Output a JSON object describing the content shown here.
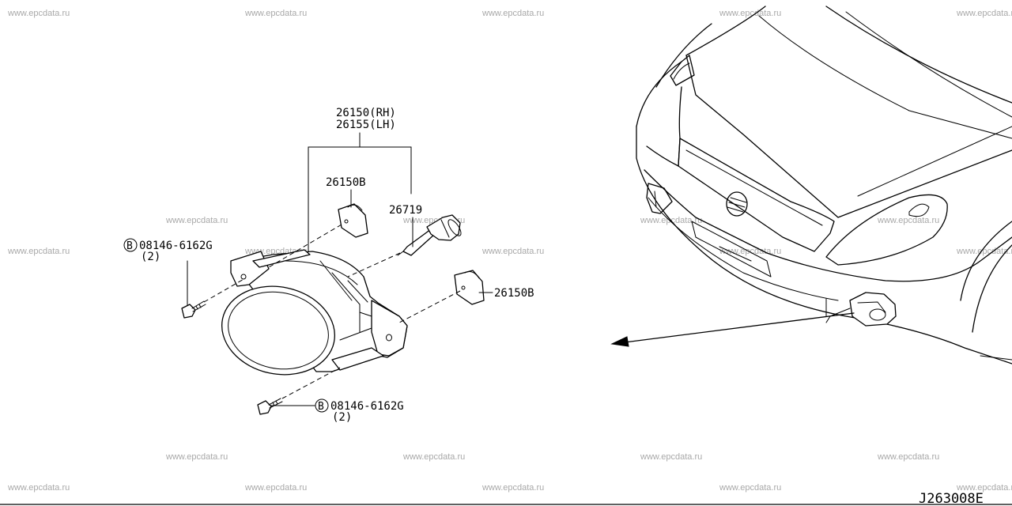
{
  "watermark": "www.epcdata.ru",
  "labels": {
    "fog_lamp_rh": "26150(RH)",
    "fog_lamp_lh": "26155(LH)",
    "bracket_top": "26150B",
    "bulb": "26719",
    "bracket_right": "26150B",
    "bolt_top": "08146-6162G",
    "bolt_top_qty": "(2)",
    "bolt_bottom": "08146-6162G",
    "bolt_bottom_qty": "(2)",
    "bolt_marker": "B",
    "diagram_code": "J263008E"
  }
}
